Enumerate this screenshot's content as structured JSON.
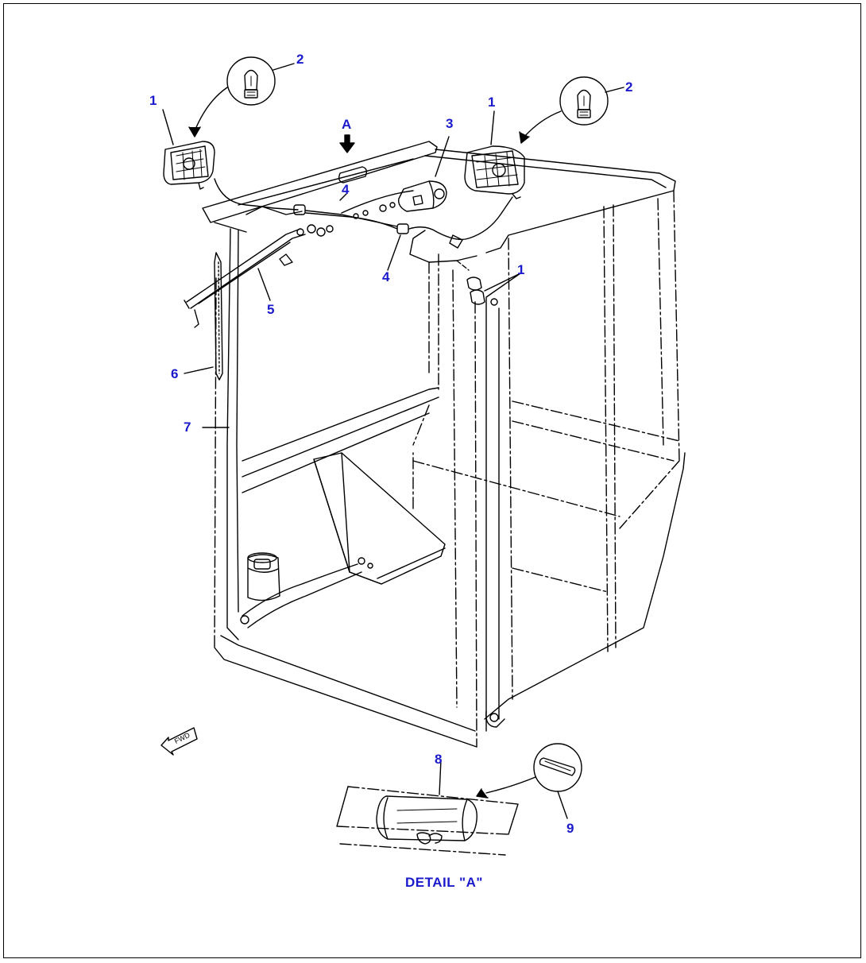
{
  "diagram": {
    "callouts": {
      "c1_left": "1",
      "c2_left": "2",
      "c_a": "A",
      "c4_top": "4",
      "c3": "3",
      "c1_right": "1",
      "c2_right": "2",
      "c4_bottom": "4",
      "c1_mid": "1",
      "c5": "5",
      "c6": "6",
      "c7": "7",
      "c8": "8",
      "c9": "9"
    },
    "fwd_label": "FWD",
    "detail_caption": "DETAIL \"A\""
  }
}
